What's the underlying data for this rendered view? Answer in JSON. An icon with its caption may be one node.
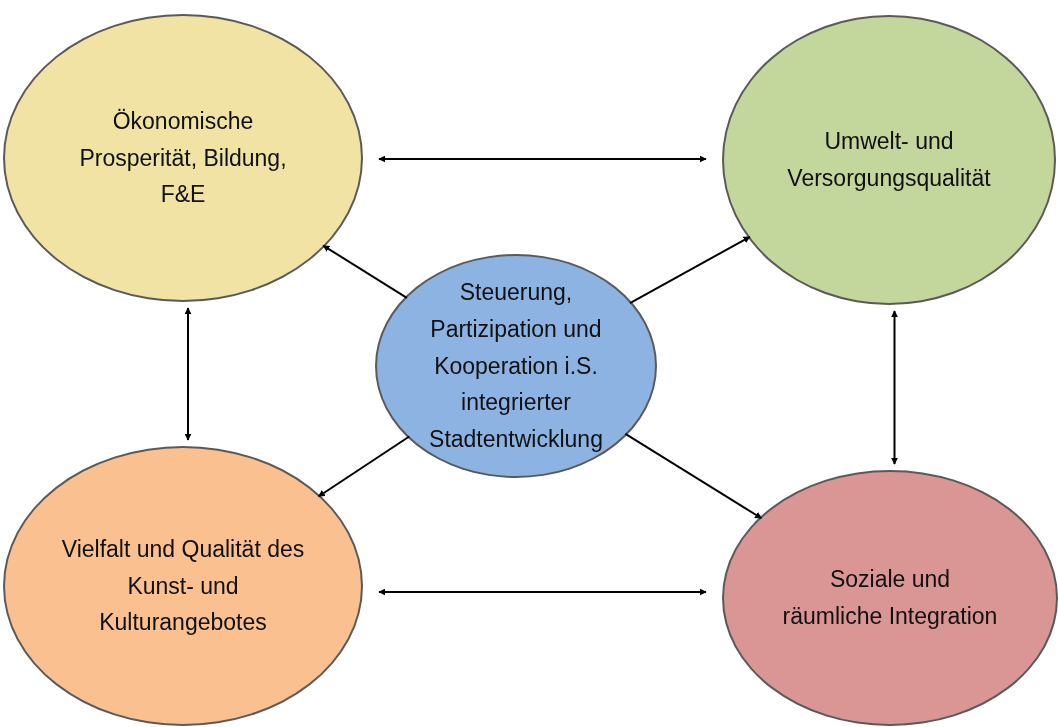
{
  "diagram": {
    "nodes": [
      {
        "text": [
          "Ökonomische Prosperität, Bildung, F&E"
        ]
      },
      {
        "text": [
          "Umwelt- und Versorgungsqualität"
        ]
      },
      {
        "text": [
          "Steuerung, Partizipation und Kooperation i.S. integrierter Stadtentwicklung"
        ]
      },
      {
        "text": [
          "Vielfalt und Qualität des Kunst- und Kulturangebotes"
        ]
      },
      {
        "text": [
          "Soziale und räumliche Integration"
        ]
      }
    ],
    "edges": [
      {
        "from": 0,
        "to": 1,
        "arrow": "both"
      },
      {
        "from": 2,
        "to": 0,
        "arrow": "to"
      },
      {
        "from": 2,
        "to": 1,
        "arrow": "to"
      },
      {
        "from": 0,
        "to": 3,
        "arrow": "both"
      },
      {
        "from": 1,
        "to": 4,
        "arrow": "both"
      },
      {
        "from": 2,
        "to": 3,
        "arrow": "to"
      },
      {
        "from": 2,
        "to": 4,
        "arrow": "to"
      },
      {
        "from": 3,
        "to": 4,
        "arrow": "both"
      }
    ]
  }
}
